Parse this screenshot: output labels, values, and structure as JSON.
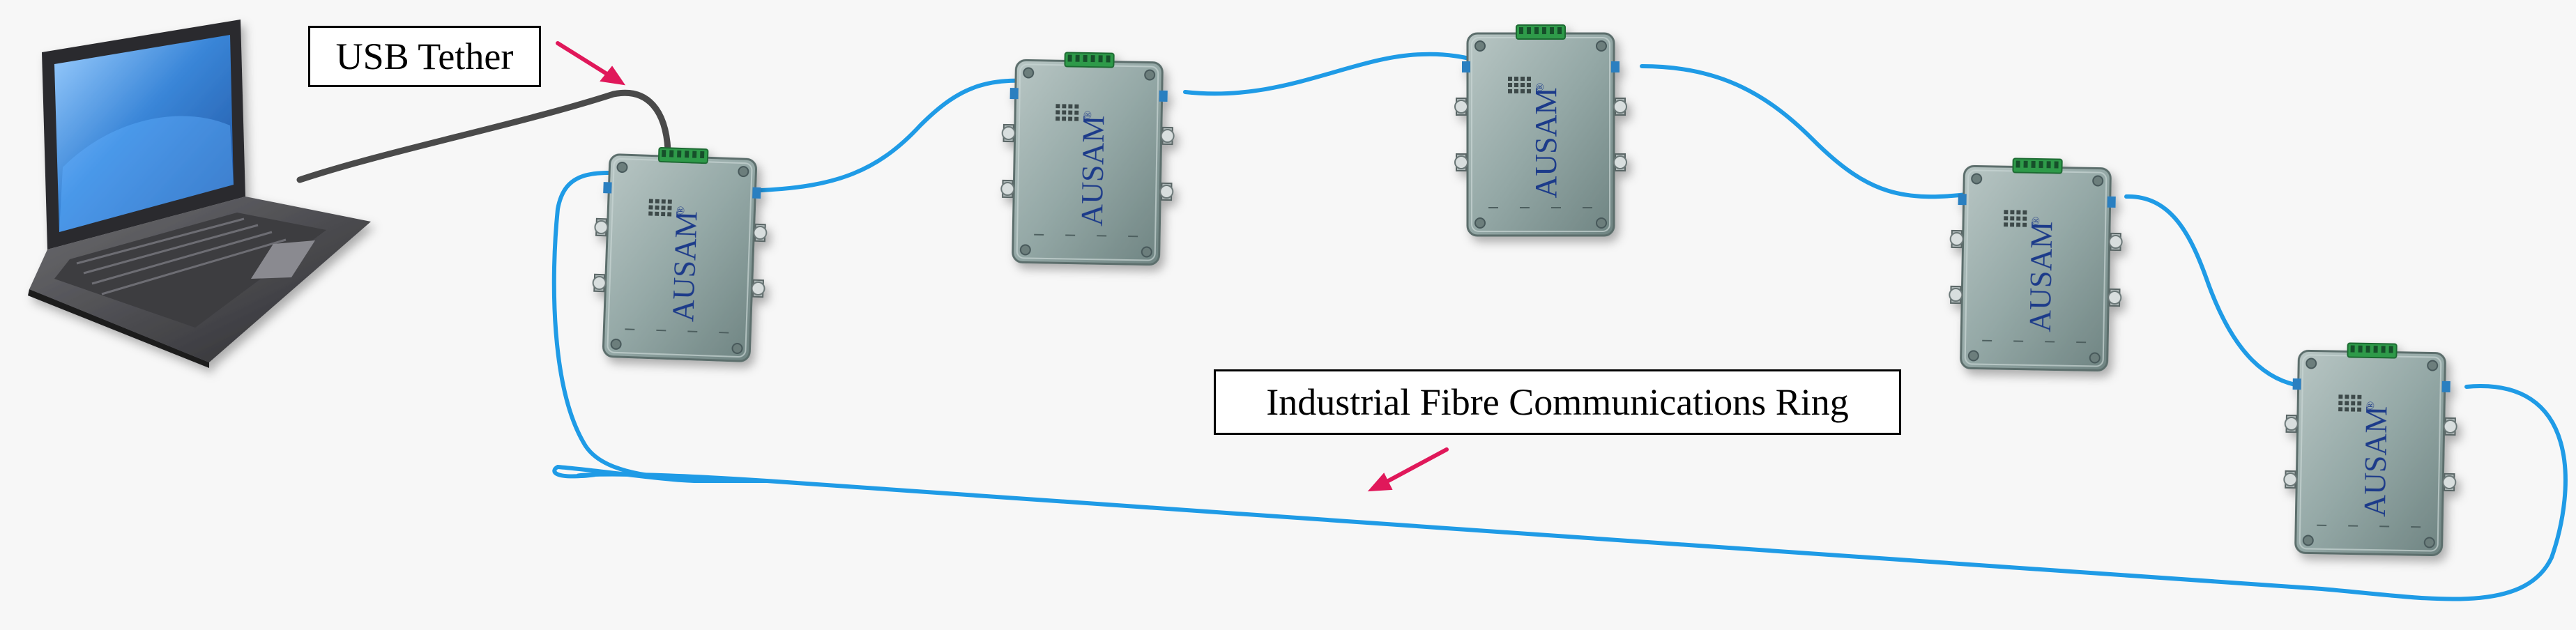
{
  "labels": {
    "usb_tether": "USB Tether",
    "fibre_ring": "Industrial Fibre Communications Ring"
  },
  "device": {
    "brand": "AUSAM",
    "brand_mark": "®",
    "count": 5
  },
  "colors": {
    "fibre": "#1f9be6",
    "usb_cable": "#4a4a4a",
    "arrow": "#e0185a",
    "device_body": "#8fa3a3",
    "device_text": "#1a3a8a",
    "terminal_green": "#2f9a4a",
    "laptop_screen": "#3a86d8"
  },
  "icons": {
    "laptop": "laptop-icon",
    "device": "ausam-module-icon",
    "arrow": "pointer-arrow-icon"
  }
}
